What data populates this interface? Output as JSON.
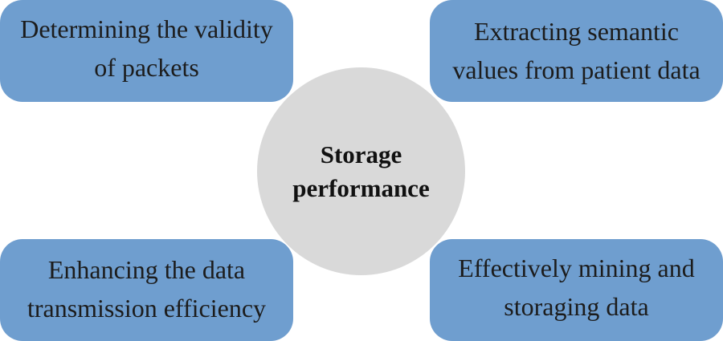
{
  "diagram": {
    "center": {
      "label": "Storage\nperformance",
      "fill": "#d9d9d9"
    },
    "nodes": [
      {
        "label": "Determining the validity\nof packets"
      },
      {
        "label": "Extracting semantic\nvalues from patient data"
      },
      {
        "label": "Enhancing the data\ntransmission efficiency"
      },
      {
        "label": "Effectively mining and\nstoraging data"
      }
    ],
    "node_fill": "#6f9ecf"
  }
}
